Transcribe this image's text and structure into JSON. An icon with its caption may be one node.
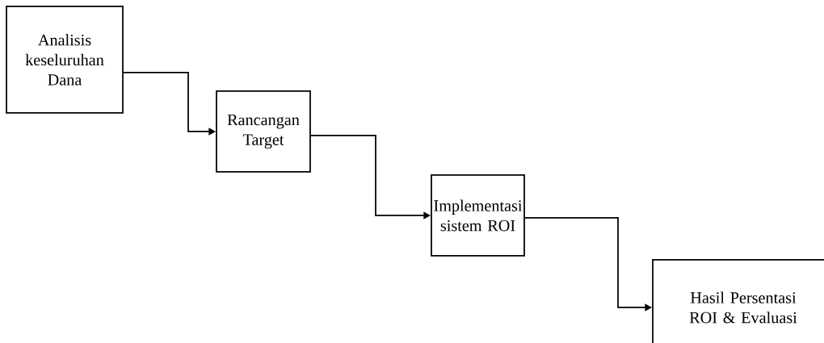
{
  "diagram": {
    "nodes": [
      {
        "text": [
          "Analisis keseluruhan Dana"
        ]
      },
      {
        "text": [
          "Rancangan Target"
        ]
      },
      {
        "text": [
          "Implementasi sistem ROI"
        ]
      },
      {
        "text": [
          "Hasil Persentasi ROI & Evaluasi"
        ]
      }
    ],
    "edges": [
      {
        "from": 0,
        "to": 1,
        "arrow": "to"
      },
      {
        "from": 1,
        "to": 2,
        "arrow": "to"
      },
      {
        "from": 2,
        "to": 3,
        "arrow": "to"
      }
    ]
  }
}
